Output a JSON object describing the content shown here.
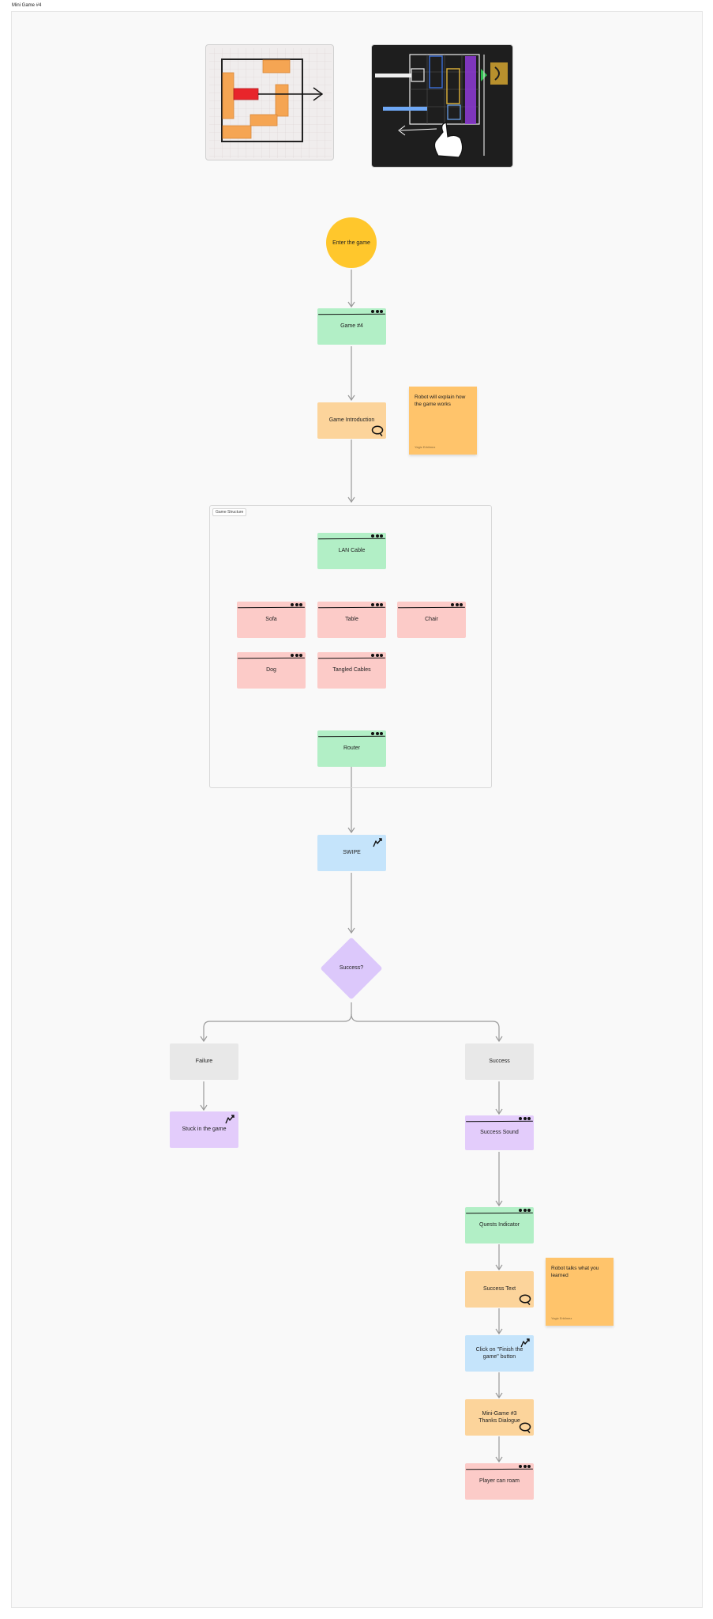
{
  "frame": {
    "title": "Mini Game #4"
  },
  "section": {
    "label": "Game Structure"
  },
  "nodes": {
    "enter": "Enter the game",
    "game4": "Game #4",
    "intro": "Game Introduction",
    "lan_cable": "LAN Cable",
    "sofa": "Sofa",
    "table": "Table",
    "chair": "Chair",
    "dog": "Dog",
    "tangled": "Tangled Cables",
    "router": "Router",
    "swipe": "SWIPE",
    "decision": "Success?",
    "failure": "Failure",
    "stuck": "Stuck in the game",
    "success": "Success",
    "success_sound": "Success Sound",
    "quests": "Quests Indicator",
    "success_text": "Success Text",
    "click_finish": "Click on \"Finish the game\" button",
    "thanks": "Mini-Game #3 Thanks Dialogue",
    "roam": "Player can roam"
  },
  "stickies": {
    "intro_note": {
      "text": "Robot will explain how the game works",
      "author": "Yagiz Erbilmez"
    },
    "success_note": {
      "text": "Robot talks what you learned",
      "author": "Yagiz Erbilmez"
    }
  },
  "icons": {
    "screen": "screen-icon",
    "speech": "speech-bubble-icon",
    "gesture": "swipe-gesture-icon"
  },
  "colors": {
    "green": "#b2efc6",
    "red": "#fccbc8",
    "orange": "#fcd49b",
    "blue": "#c5e4fb",
    "purple": "#e3ccfb",
    "grey": "#e8e8e8",
    "yellow_circle": "#ffc72c",
    "sticky": "#ffc46b",
    "connector": "#9a9a9a"
  }
}
